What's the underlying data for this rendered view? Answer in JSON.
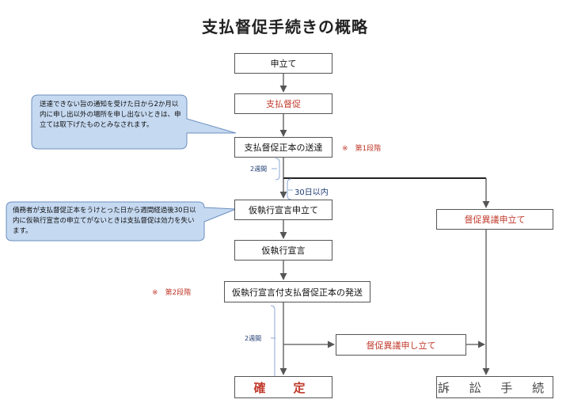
{
  "title": "支払督促手続きの概略",
  "boxes": {
    "moushitate": "申立て",
    "shiharai_tokusoku": "支払督促",
    "souta": "支払督促正本の送達",
    "karishikkou_moushitate": "仮執行宣言申立て",
    "karishikkou_sengen": "仮執行宣言",
    "hassou": "仮執行宣言付支払督促正本の発送",
    "igi_moushitate_1": "督促異議申立て",
    "igi_moushitate_2": "督促異議申し立て",
    "kakutei": "確　定",
    "soshou": "訴 訟 手 続"
  },
  "notes": {
    "stage1": "※　第1段階",
    "stage2": "※　第2段階"
  },
  "durations": {
    "two_weeks_1": "2週間",
    "thirty_days": "30日以内",
    "two_weeks_2": "2週間"
  },
  "callouts": {
    "top": "送達できない旨の通知を受けた日から2か月以内に申し出以外の場所を申し出ないときは、申立ては取下げたものとみなされます。",
    "bottom": "債務者が支払督促正本をうけとった日から週間経過後30日以内に仮執行宣言の申立てがないときは支払督促は効力を失います。"
  },
  "colors": {
    "callout_fill": "#c5d9f1",
    "callout_stroke": "#6d8fbf",
    "red": "#c0392b",
    "bracket": "#8eaad6"
  }
}
